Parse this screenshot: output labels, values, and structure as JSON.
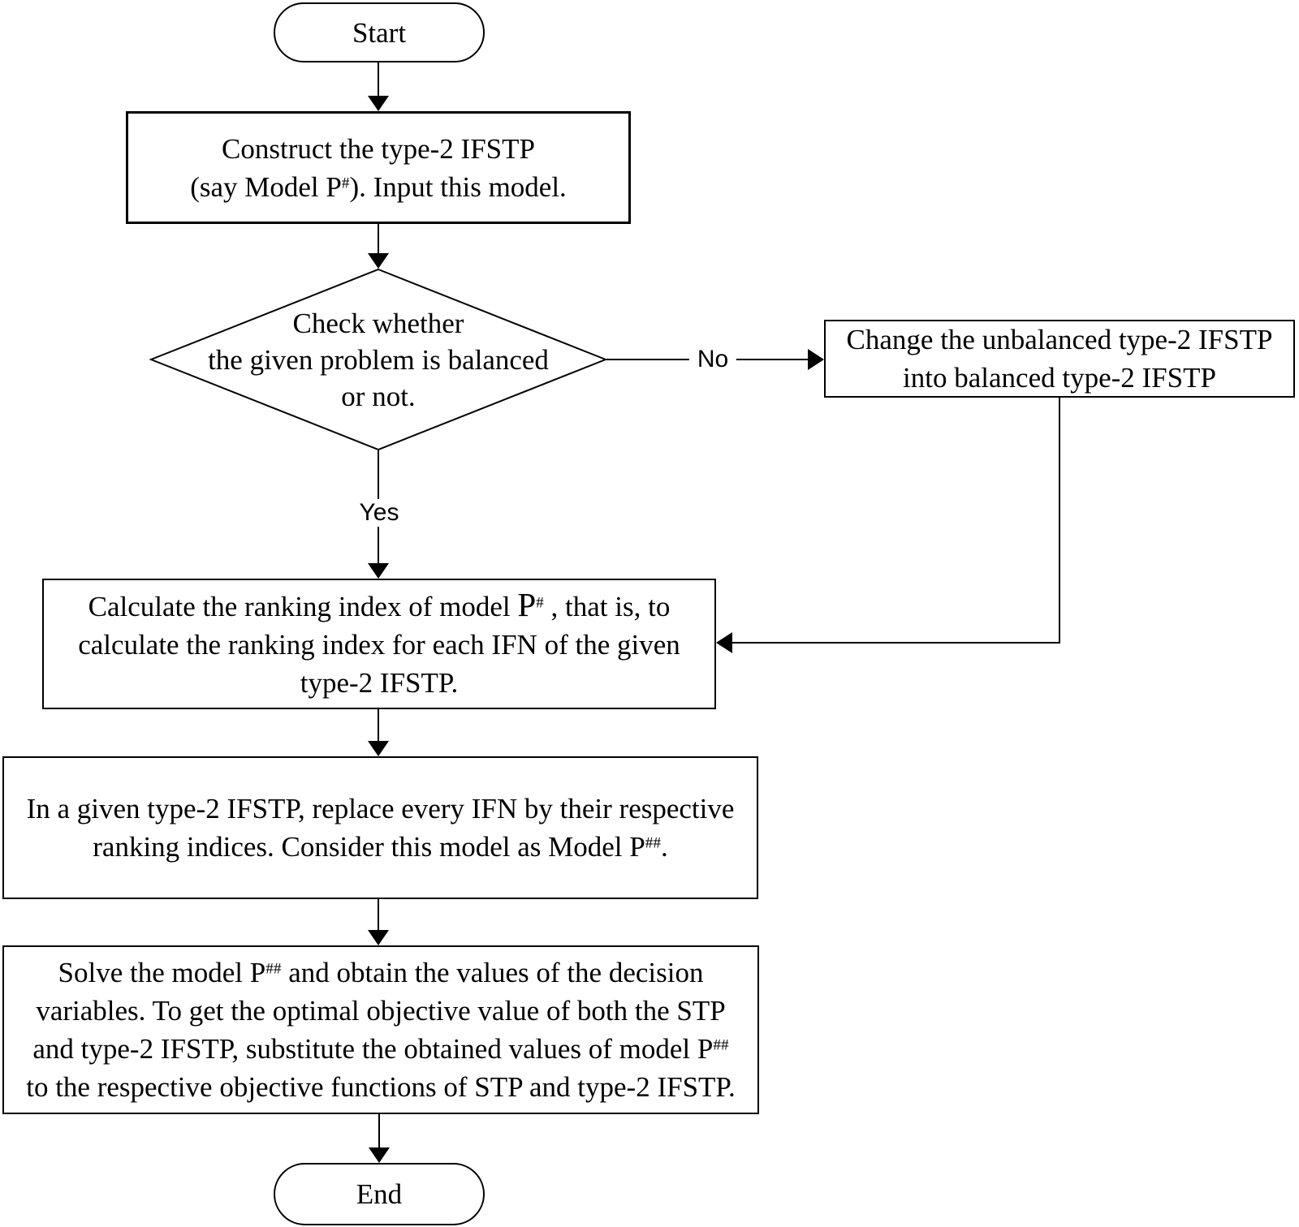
{
  "diagram": {
    "background_color": "#ffffff",
    "stroke_color": "#000000",
    "nodes": {
      "start": {
        "label": "Start"
      },
      "construct": {
        "line1": "Construct the type-2 IFSTP",
        "line2_pre": "(say Model P",
        "line2_sup": "#",
        "line2_post": "). Input this model."
      },
      "decision": {
        "line1": "Check whether",
        "line2": "the given problem is balanced",
        "line3": "or not."
      },
      "change": {
        "line1": "Change the unbalanced type-2 IFSTP",
        "line2": "into balanced type-2 IFSTP"
      },
      "ranking": {
        "line1_pre": "Calculate the ranking index of model ",
        "line1_p": "P",
        "line1_sup": "#",
        "line1_post": " , that is, to",
        "line2": "calculate the ranking index for each IFN of the given",
        "line3": "type-2 IFSTP."
      },
      "replace": {
        "line1": "In a given type-2 IFSTP, replace every IFN by their respective",
        "line2_pre": "ranking indices. Consider this model as Model P",
        "line2_sup": "##",
        "line2_post": "."
      },
      "solve": {
        "line1_pre": "Solve the model P",
        "line1_sup": "##",
        "line1_post": " and obtain the values of the decision",
        "line2": "variables. To get the optimal objective value of both the STP",
        "line3_pre": "and type-2 IFSTP, substitute the obtained values of model P",
        "line3_sup": "##",
        "line4": "to the respective objective functions of STP and type-2 IFSTP."
      },
      "end": {
        "label": "End"
      }
    },
    "edge_labels": {
      "yes": "Yes",
      "no": "No"
    }
  }
}
